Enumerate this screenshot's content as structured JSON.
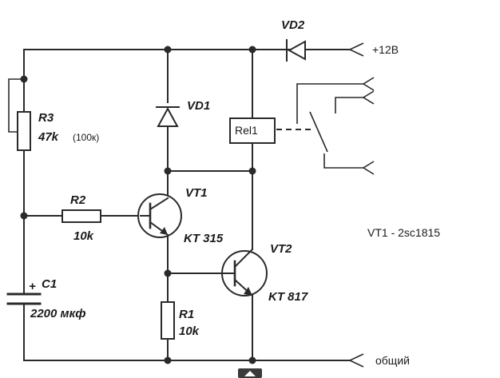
{
  "labels": {
    "vd2": "VD2",
    "plus12": "+12B",
    "vd1": "VD1",
    "r3": "R3",
    "r3_value": "47k",
    "r3_alt": "(100к)",
    "rel": "Rel1",
    "vt1": "VT1",
    "vt1_type": "KT 315",
    "r2": "R2",
    "r2_value": "10k",
    "c1_plus": "+",
    "c1": "C1",
    "c1_value": "2200  мкф",
    "vt2": "VT2",
    "vt2_type": "KT 817",
    "r1": "R1",
    "r1_value": "10k",
    "ground": "общий",
    "note": "VT1 - 2sc1815"
  }
}
